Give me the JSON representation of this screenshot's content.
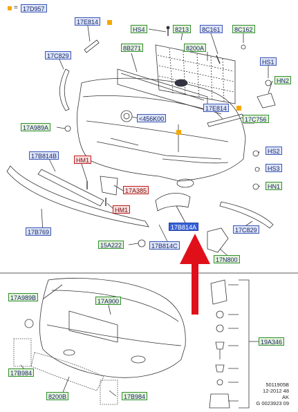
{
  "legend": {
    "marker_color": "#f5a800",
    "equals": "=",
    "code": "17D957"
  },
  "callouts_top": {
    "17E814_a": "17E814",
    "HS4": "HS4",
    "8213": "8213",
    "8C161": "8C161",
    "8C162": "8C162",
    "17C829_a": "17C829",
    "8B271": "8B271",
    "8200A": "8200A",
    "HS1": "HS1",
    "HN2": "HN2",
    "17E814_b": "17E814",
    "456K00": "<456K00",
    "17C756": "17C756",
    "17A989A": "17A989A",
    "HS2": "HS2",
    "17B814B": "17B814B",
    "HM1_a": "HM1",
    "HS3": "HS3",
    "17A385": "17A385",
    "HN1": "HN1",
    "HM1_b": "HM1",
    "17B769": "17B769",
    "17B814A": "17B814A",
    "17C829_b": "17C829",
    "15A222": "15A222",
    "17B814C": "17B814C",
    "17N800": "17N800"
  },
  "callouts_bottom": {
    "17A989B": "17A989B",
    "17A900": "17A900",
    "17B984_a": "17B984",
    "19A346": "19A346",
    "8200B": "8200B",
    "17B984_b": "17B984"
  },
  "footer": {
    "ref": "5011905B",
    "date": "12-2012 48",
    "code": "AK",
    "catalog": "G 0023923 09"
  },
  "colors": {
    "green_border": "#2f8f2f",
    "blue_border": "#3a56b8",
    "red_border": "#c01a1a",
    "highlight": "#3a63d9",
    "arrow": "#e0101a",
    "marker": "#f5a800"
  },
  "icons": [
    "red-up-arrow-icon",
    "orange-marker-icon"
  ]
}
